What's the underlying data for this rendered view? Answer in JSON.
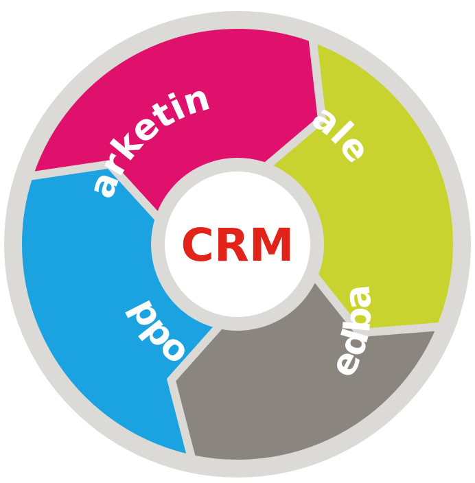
{
  "center": {
    "label": "CRM",
    "color": "#e2231a"
  },
  "ring_color": "#dcdad6",
  "segments": [
    {
      "label": "marketing",
      "color": "#1ba2e1"
    },
    {
      "label": "sales",
      "color": "#e0116d"
    },
    {
      "label": "feedback",
      "color": "#c8d330"
    },
    {
      "label": "support",
      "color": "#8a857f"
    }
  ]
}
